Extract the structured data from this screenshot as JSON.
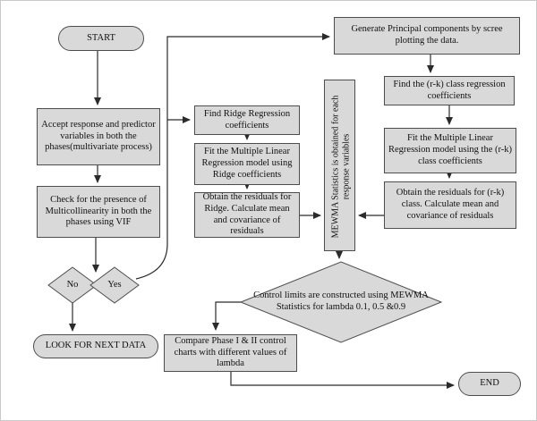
{
  "diagram": {
    "type": "flowchart",
    "background": "#ffffff",
    "node_fill": "#d9d9d9",
    "node_border": "#4d4d4d",
    "arrow_color": "#2b2b2b",
    "nodes": {
      "start": {
        "label": "START",
        "shape": "terminator"
      },
      "generate_pc": {
        "label": "Generate Principal components by scree plotting the data.",
        "shape": "process"
      },
      "accept": {
        "label": "Accept response and predictor variables in both the phases(multivariate process)",
        "shape": "process"
      },
      "check_vif": {
        "label": "Check for the presence of Multicollinearity in both the phases using VIF",
        "shape": "process"
      },
      "decision_no": {
        "label": "No",
        "shape": "decision"
      },
      "decision_yes": {
        "label": "Yes",
        "shape": "decision"
      },
      "look_next": {
        "label": "LOOK FOR NEXT DATA",
        "shape": "terminator"
      },
      "find_ridge": {
        "label": "Find Ridge Regression coefficients",
        "shape": "process"
      },
      "fit_ridge": {
        "label": "Fit the Multiple Linear Regression model using Ridge coefficients",
        "shape": "process"
      },
      "residuals_ridge": {
        "label": "Obtain the residuals for Ridge. Calculate mean and covariance of residuals",
        "shape": "process"
      },
      "find_rk": {
        "label": "Find the (r-k) class regression coefficients",
        "shape": "process"
      },
      "fit_rk": {
        "label": "Fit the Multiple Linear Regression model using the (r-k) class coefficients",
        "shape": "process"
      },
      "residuals_rk": {
        "label": "Obtain the residuals for (r-k) class. Calculate mean and covariance of residuals",
        "shape": "process"
      },
      "mewma": {
        "label": "MEWMA Statistics is obtained for each response variables",
        "shape": "process-vertical"
      },
      "control_limits": {
        "label": "Control limits are constructed using MEWMA Statistics for lambda 0.1, 0.5 &0.9",
        "shape": "decision"
      },
      "compare": {
        "label": "Compare Phase I & II control charts with different values of lambda",
        "shape": "process"
      },
      "end": {
        "label": "END",
        "shape": "terminator"
      }
    },
    "edges": [
      {
        "from": "start",
        "to": "accept"
      },
      {
        "from": "accept",
        "to": "check_vif"
      },
      {
        "from": "check_vif",
        "to": "decision"
      },
      {
        "from": "decision_no",
        "to": "look_next"
      },
      {
        "from": "decision_yes",
        "to": "find_ridge"
      },
      {
        "from": "decision_yes",
        "to": "generate_pc"
      },
      {
        "from": "generate_pc",
        "to": "find_rk"
      },
      {
        "from": "find_rk",
        "to": "fit_rk"
      },
      {
        "from": "fit_rk",
        "to": "residuals_rk"
      },
      {
        "from": "residuals_rk",
        "to": "mewma"
      },
      {
        "from": "find_ridge",
        "to": "fit_ridge"
      },
      {
        "from": "fit_ridge",
        "to": "residuals_ridge"
      },
      {
        "from": "residuals_ridge",
        "to": "mewma"
      },
      {
        "from": "mewma",
        "to": "control_limits"
      },
      {
        "from": "control_limits",
        "to": "compare"
      },
      {
        "from": "compare",
        "to": "end"
      }
    ]
  }
}
